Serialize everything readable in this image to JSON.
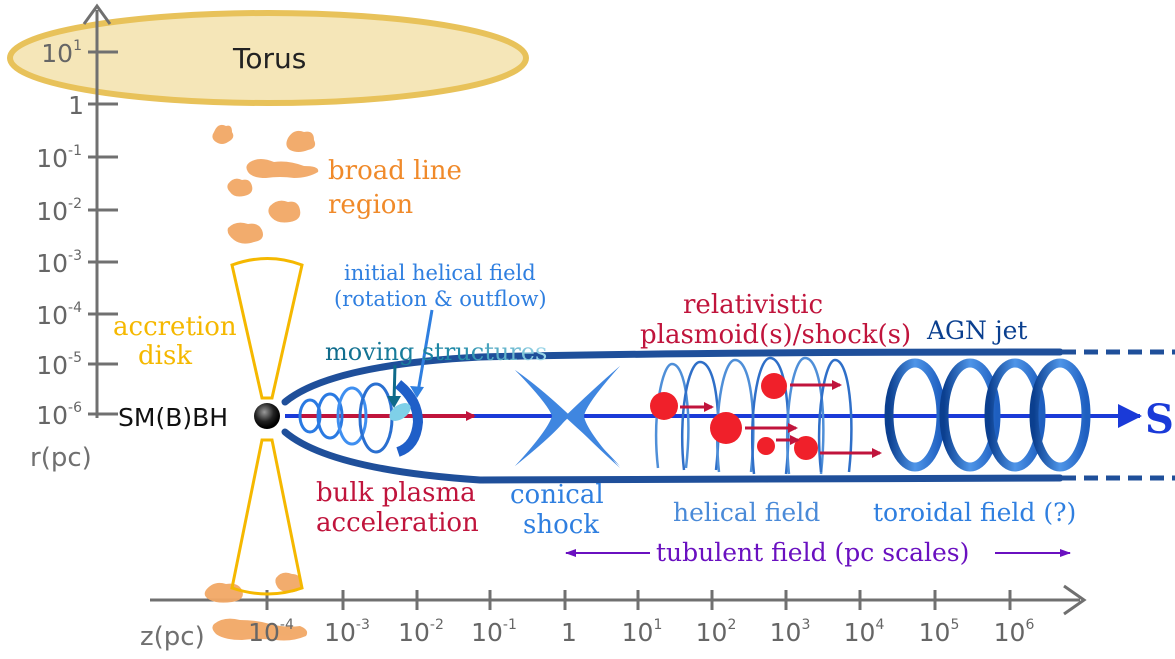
{
  "axes": {
    "r_label": "r(pc)",
    "z_label": "z(pc)",
    "r_ticks": [
      {
        "base": "10",
        "exp": "1"
      },
      {
        "base": "1",
        "exp": ""
      },
      {
        "base": "10",
        "exp": "-1"
      },
      {
        "base": "10",
        "exp": "-2"
      },
      {
        "base": "10",
        "exp": "-3"
      },
      {
        "base": "10",
        "exp": "-4"
      },
      {
        "base": "10",
        "exp": "-5"
      },
      {
        "base": "10",
        "exp": "-6"
      }
    ],
    "z_ticks": [
      {
        "base": "10",
        "exp": "-4"
      },
      {
        "base": "10",
        "exp": "-3"
      },
      {
        "base": "10",
        "exp": "-2"
      },
      {
        "base": "10",
        "exp": "-1"
      },
      {
        "base": "1",
        "exp": ""
      },
      {
        "base": "10",
        "exp": "1"
      },
      {
        "base": "10",
        "exp": "2"
      },
      {
        "base": "10",
        "exp": "3"
      },
      {
        "base": "10",
        "exp": "4"
      },
      {
        "base": "10",
        "exp": "5"
      },
      {
        "base": "10",
        "exp": "6"
      }
    ],
    "color": "#707070"
  },
  "labels": {
    "torus": "Torus",
    "broad_line_1": "broad line",
    "broad_line_2": "region",
    "accretion_1": "accretion",
    "accretion_2": "disk",
    "smbh": "SM(B)BH",
    "helical_initial_1": "initial helical field",
    "helical_initial_2": "(rotation & outflow)",
    "moving": "moving structures",
    "bulk_1": "bulk plasma",
    "bulk_2": "acceleration",
    "conical_1": "conical",
    "conical_2": "shock",
    "relativistic_1": "relativistic",
    "relativistic_2": "plasmoid(s)/shock(s)",
    "agn_jet": "AGN jet",
    "helical_field": "helical field",
    "toroidal_field": "toroidal field (?)",
    "turbulent": "tubulent field (pc scales)",
    "jet_end": "S"
  },
  "colors": {
    "torus_fill": "#f5e6b8",
    "torus_stroke": "#e8c25a",
    "accretion": "#f5b800",
    "blr": "#f0a060",
    "jet": "#1f4f9a",
    "jet_light": "#3f7fd6",
    "red": "#c0143c",
    "purple": "#6a10c0",
    "blue_text": "#2f7fe0",
    "dark_blue": "#0a3f8f"
  }
}
